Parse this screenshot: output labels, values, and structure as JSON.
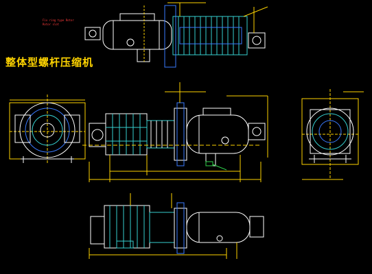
{
  "drawing": {
    "title": "整体型螺杆压缩机",
    "note_lines": [
      "Fix ring type Rotor",
      "Rotor slot"
    ],
    "colors": {
      "background": "#000000",
      "outline": "#ffffff",
      "blue": "#3a7bff",
      "cyan": "#36d0d0",
      "yellow": "#ffd400",
      "red": "#ff3b3b",
      "green": "#2fd24a"
    }
  }
}
